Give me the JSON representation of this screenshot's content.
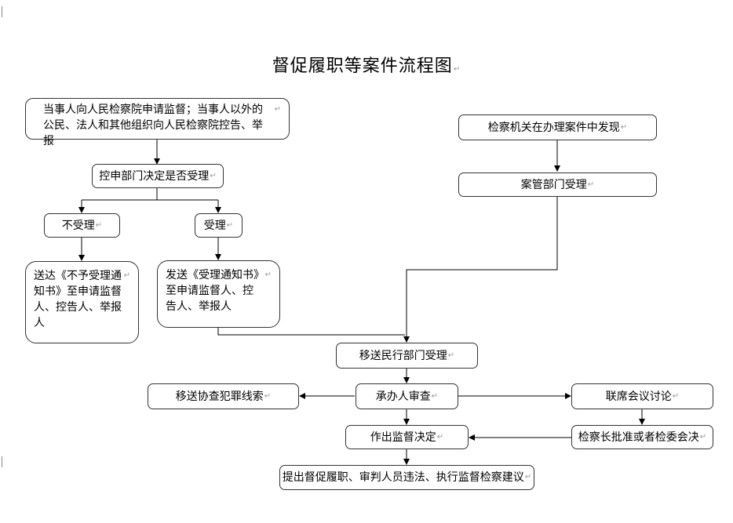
{
  "title": "督促履职等案件流程图",
  "nodes": {
    "apply": "当事人向人民检察院申请监督；当事人以外的公民、法人和其他组织向人民检察院控告、举报",
    "discover": "检察机关在办理案件中发现",
    "decide_accept": "控申部门决定是否受理",
    "case_mgmt": "案管部门受理",
    "reject": "不受理",
    "accept": "受理",
    "send_reject": "送达《不予受理通知书》至申请监督人、控告人、举报人",
    "send_accept": "发送《受理通知书》至申请监督人、控告人、举报人",
    "transfer_civil": "移送民行部门受理",
    "transfer_crime": "移送协查犯罪线索",
    "review": "承办人审查",
    "joint_meeting": "联席会议讨论",
    "make_decision": "作出监督决定",
    "chief_approval": "检察长批准或者检委会决",
    "propose": "提出督促履职、审判人员违法、执行监督检察建议"
  },
  "paragraph_mark": "↵"
}
